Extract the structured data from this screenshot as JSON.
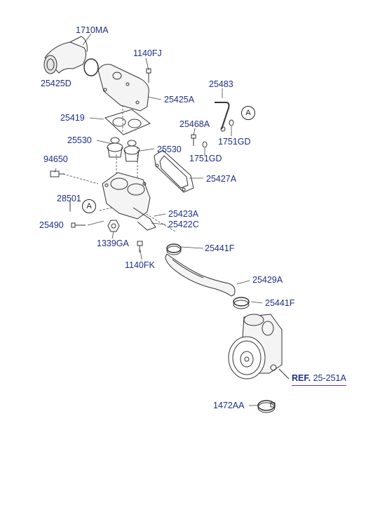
{
  "labels": {
    "p1710MA": "1710MA",
    "p25425D": "25425D",
    "p1140FJ": "1140FJ",
    "p25425A": "25425A",
    "p25483": "25483",
    "p25419": "25419",
    "p25468A": "25468A",
    "p25530a": "25530",
    "p25530b": "25530",
    "p1751GDa": "1751GD",
    "p1751GDb": "1751GD",
    "p94650": "94650",
    "p25427A": "25427A",
    "p28501": "28501",
    "p25490": "25490",
    "p25423A": "25423A",
    "p25422C": "25422C",
    "p1339GA": "1339GA",
    "p25441Fa": "25441F",
    "p1140FK": "1140FK",
    "p25429A": "25429A",
    "p25441Fb": "25441F",
    "p1472AA": "1472AA"
  },
  "reference": {
    "prefix": "REF.",
    "code": "25-251A"
  },
  "connector_marks": {
    "a1": "A",
    "a2": "A"
  },
  "colors": {
    "label": "#1c2f86",
    "leader": "#333333",
    "ref_underline": "#8a2a8c"
  }
}
